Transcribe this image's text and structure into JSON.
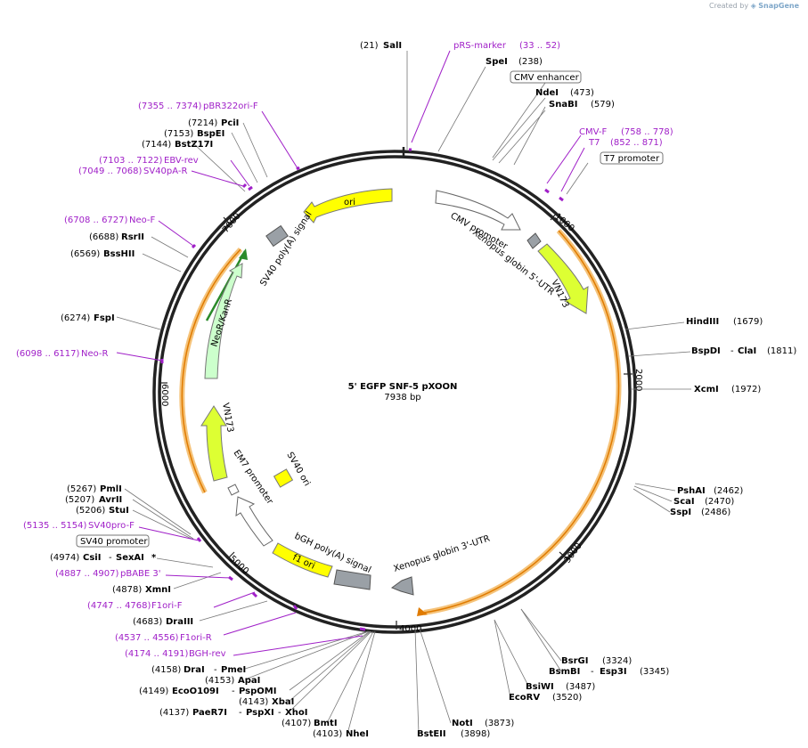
{
  "watermark": {
    "prefix": "Created by",
    "brand": "SnapGene"
  },
  "plasmid": {
    "name": "5' EGFP SNF-5 pXOON",
    "size_label": "7938 bp",
    "size": 7938
  },
  "ticks": [
    "1000",
    "2000",
    "3000",
    "4000",
    "5000",
    "6000",
    "7000"
  ],
  "colors": {
    "primer": "#a020c8",
    "orf_yellow": "#ffff00",
    "marker_lime": "#ddff33",
    "resist_green": "#ccffcc",
    "polya_grey": "#9aa0a6",
    "orange_band": "#f5a623"
  },
  "features": {
    "ori": "ori",
    "cmv_promoter": "CMV promoter",
    "xenopus5": "Xenopus globin 5'-UTR",
    "vn173_right": "VN173",
    "sv40polyA": "SV40 poly(A) signal",
    "neokan": "NeoR/KanR",
    "vn173_left": "VN173",
    "em7": "EM7 promoter",
    "sv40ori": "SV40 ori",
    "bgh": "bGH poly(A) signal",
    "f1ori": "f1 ori",
    "xenopus3": "Xenopus globin 3'-UTR"
  },
  "boxed_labels": [
    "CMV enhancer",
    "T7 promoter",
    "SV40 promoter"
  ],
  "enzymes": [
    {
      "name": "SalI",
      "pos": "(21)"
    },
    {
      "name": "SpeI",
      "pos": "(238)"
    },
    {
      "name": "NdeI",
      "pos": "(473)"
    },
    {
      "name": "SnaBI",
      "pos": "(579)"
    },
    {
      "name": "HindIII",
      "pos": "(1679)"
    },
    {
      "name": "BspDI",
      "name2": "ClaI",
      "pos": "(1811)"
    },
    {
      "name": "XcmI",
      "pos": "(1972)"
    },
    {
      "name": "PshAI",
      "pos": "(2462)"
    },
    {
      "name": "ScaI",
      "pos": "(2470)"
    },
    {
      "name": "SspI",
      "pos": "(2486)"
    },
    {
      "name": "BsrGI",
      "pos": "(3324)"
    },
    {
      "name": "BsmBI",
      "name2": "Esp3I",
      "pos": "(3345)"
    },
    {
      "name": "BsiWI",
      "pos": "(3487)"
    },
    {
      "name": "EcoRV",
      "pos": "(3520)"
    },
    {
      "name": "NotI",
      "pos": "(3873)"
    },
    {
      "name": "BstEII",
      "pos": "(3898)"
    },
    {
      "name": "NheI",
      "pos": "(4103)"
    },
    {
      "name": "BmtI",
      "pos": "(4107)"
    },
    {
      "name": "PaeR7I",
      "name2": "PspXI",
      "name3": "XhoI",
      "pos": "(4137)"
    },
    {
      "name": "XbaI",
      "pos": "(4143)"
    },
    {
      "name": "EcoO109I",
      "name2": "PspOMI",
      "pos": "(4149)"
    },
    {
      "name": "ApaI",
      "pos": "(4153)"
    },
    {
      "name": "DraI",
      "name2": "PmeI",
      "pos": "(4158)"
    },
    {
      "name": "DraIII",
      "pos": "(4683)"
    },
    {
      "name": "XmnI",
      "pos": "(4878)"
    },
    {
      "name": "CsiI",
      "name2": "SexAI",
      "star": "*",
      "pos": "(4974)"
    },
    {
      "name": "StuI",
      "pos": "(5206)"
    },
    {
      "name": "AvrII",
      "pos": "(5207)"
    },
    {
      "name": "PmlI",
      "pos": "(5267)"
    },
    {
      "name": "FspI",
      "pos": "(6274)"
    },
    {
      "name": "BssHII",
      "pos": "(6569)"
    },
    {
      "name": "RsrII",
      "pos": "(6688)"
    },
    {
      "name": "BstZ17I",
      "pos": "(7144)"
    },
    {
      "name": "BspEI",
      "pos": "(7153)"
    },
    {
      "name": "PciI",
      "pos": "(7214)"
    }
  ],
  "primers": [
    {
      "name": "pRS-marker",
      "range": "(33 .. 52)"
    },
    {
      "name": "CMV-F",
      "range": "(758 .. 778)"
    },
    {
      "name": "T7",
      "range": "(852 .. 871)"
    },
    {
      "name": "BGH-rev",
      "range": "(4174 .. 4191)"
    },
    {
      "name": "F1ori-R",
      "range": "(4537 .. 4556)"
    },
    {
      "name": "F1ori-F",
      "range": "(4747 .. 4768)"
    },
    {
      "name": "pBABE 3'",
      "range": "(4887 .. 4907)"
    },
    {
      "name": "SV40pro-F",
      "range": "(5135 .. 5154)"
    },
    {
      "name": "Neo-R",
      "range": "(6098 .. 6117)"
    },
    {
      "name": "Neo-F",
      "range": "(6708 .. 6727)"
    },
    {
      "name": "SV40pA-R",
      "range": "(7049 .. 7068)"
    },
    {
      "name": "EBV-rev",
      "range": "(7103 .. 7122)"
    },
    {
      "name": "pBR322ori-F",
      "range": "(7355 .. 7374)"
    }
  ]
}
